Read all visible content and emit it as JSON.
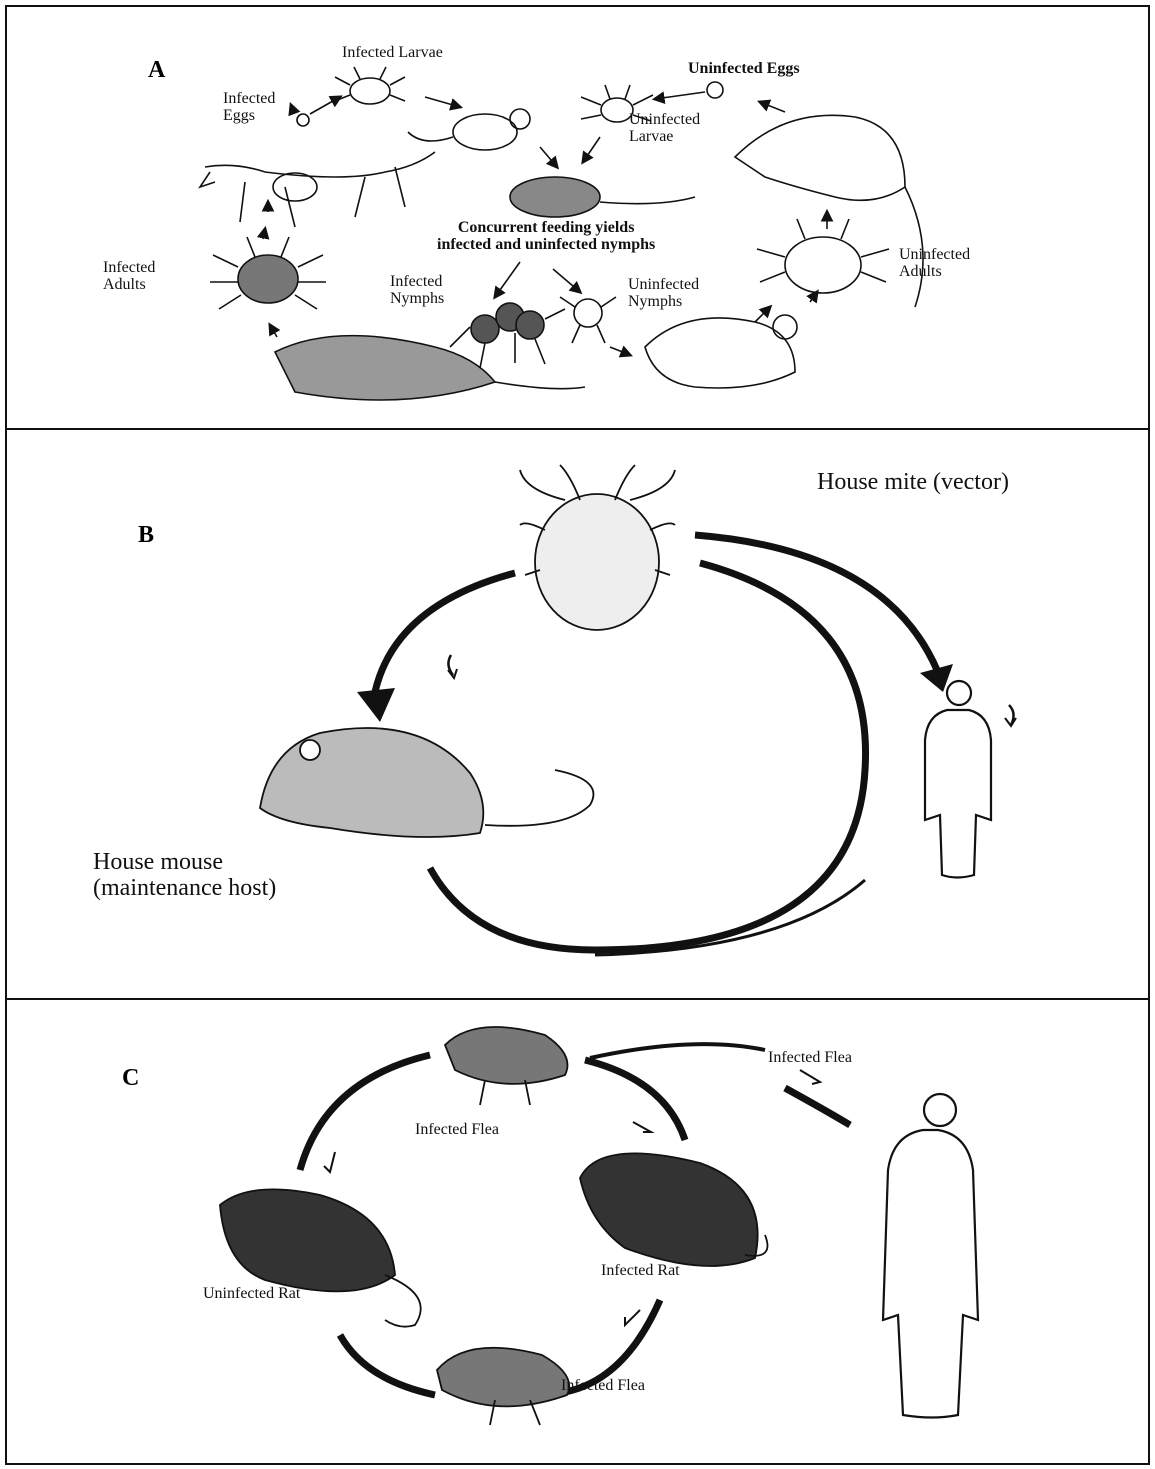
{
  "panel_a": {
    "letter": "A",
    "infected_larvae": "Infected Larvae",
    "infected_eggs": "Infected\nEggs",
    "uninfected_eggs": "Uninfected Eggs",
    "uninfected_larvae": "Uninfected\nLarvae",
    "concurrent": "Concurrent feeding yields\ninfected and uninfected nymphs",
    "infected_adults": "Infected\nAdults",
    "infected_nymphs": "Infected\nNymphs",
    "uninfected_nymphs": "Uninfected\nNymphs",
    "uninfected_adults": "Uninfected\nAdults"
  },
  "panel_b": {
    "letter": "B",
    "mite_label": "House mite (vector)",
    "mouse_label": "House mouse\n(maintenance host)"
  },
  "panel_c": {
    "letter": "C",
    "infected_flea_top": "Infected Flea",
    "infected_flea_right": "Infected Flea",
    "infected_flea_bottom": "Infected Flea",
    "infected_rat": "Infected Rat",
    "uninfected_rat": "Uninfected Rat"
  }
}
